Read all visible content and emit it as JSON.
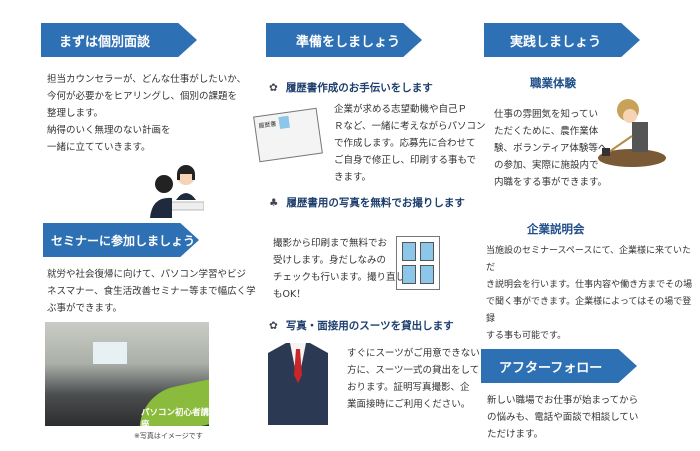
{
  "colors": {
    "banner": "#2e70b4",
    "heading": "#1f3f6e"
  },
  "left": {
    "banner1": "まずは個別面談",
    "intro_lines": [
      "担当カウンセラーが、どんな仕事がしたいか、",
      "今何が必要かをヒアリングし、個別の課題を",
      "整理します。",
      "納得のいく無理のない計画を",
      "一緒に立てていきます。"
    ],
    "banner2": "セミナーに参加しましょう",
    "seminar_lines": [
      "就労や社会復帰に向けて、パソコン学習やビジ",
      "ネスマナー、食生活改善セミナー等まで幅広く学",
      "ぶ事ができます。"
    ],
    "photo_label": "パソコン初心者講座",
    "photo_caption": "※写真はイメージです"
  },
  "middle": {
    "banner": "準備をしましょう",
    "sections": [
      {
        "icon": "flower-icon",
        "title": "履歴書作成のお手伝いをします",
        "lines": [
          "企業が求める志望動機や自己Ｐ",
          "Ｒなど、一緒に考えながらパソコン",
          "で作成します。応募先に合わせて",
          "ご自身で修正し、印刷する事もで",
          "きます。"
        ],
        "image_label": "履歴書"
      },
      {
        "icon": "clover-icon",
        "title": "履歴書用の写真を無料でお撮りします",
        "lines": [
          "撮影から印刷まで無料でお",
          "受けします。身だしなみの",
          "チェックも行います。撮り直し",
          "もOK！"
        ]
      },
      {
        "icon": "flower-icon",
        "title": "写真・面接用のスーツを貸出します",
        "lines": [
          "すぐにスーツがご用意できない",
          "方に、スーツ一式の貸出をして",
          "おります。証明写真撮影、企",
          "業面接時にご利用ください。"
        ]
      }
    ]
  },
  "right": {
    "banner": "実践しましょう",
    "job_title": "職業体験",
    "job_lines": [
      "仕事の雰囲気を知ってい",
      "ただくために、農作業体",
      "験、ボランティア体験等へ",
      "の参加、実際に施設内で",
      "内職をする事ができます。"
    ],
    "company_title": "企業説明会",
    "company_lines": [
      "当施設のセミナースペースにて、企業様に来ていただ",
      "き説明会を行います。仕事内容や働き方までその場",
      "で聞く事ができます。企業様によってはその場で登録",
      "する事も可能です。"
    ],
    "banner2": "アフターフォロー",
    "follow_lines": [
      "新しい職場でお仕事が始まってから",
      "の悩みも、電話や面談で相談してい",
      "ただけます。"
    ]
  }
}
